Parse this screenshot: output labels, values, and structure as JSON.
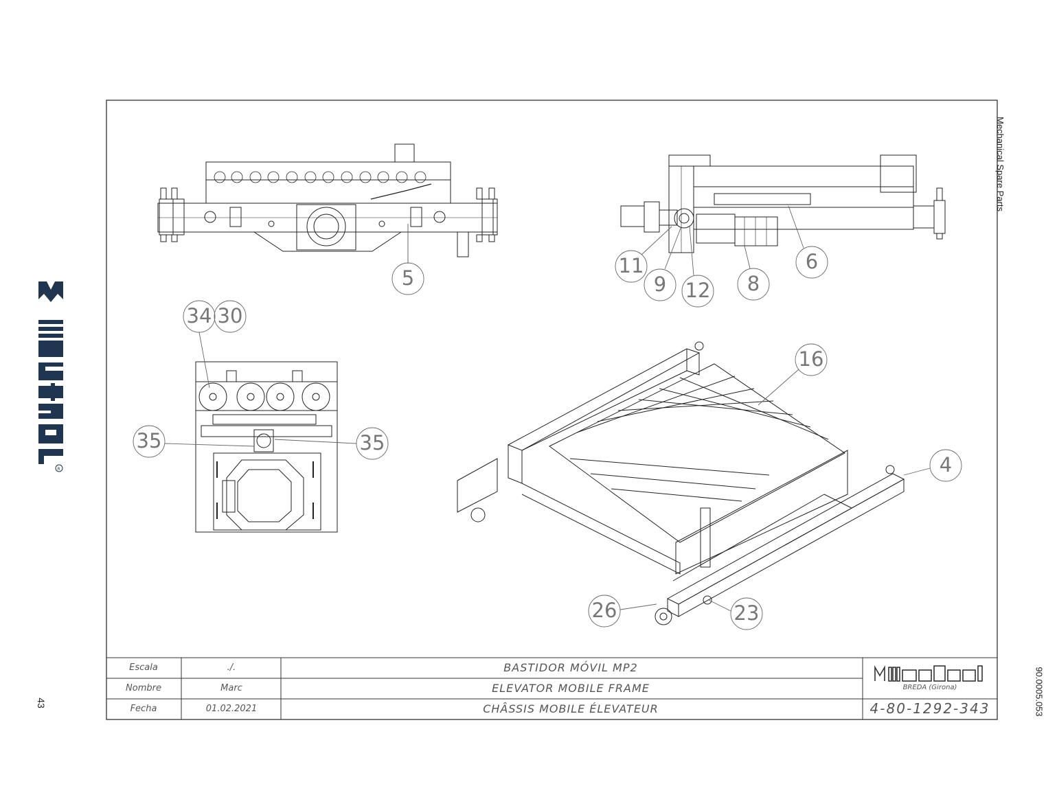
{
  "side_header": "Mechanical Spare Parts",
  "side_document_number": "90.0005.053",
  "page_number": "43",
  "brand": {
    "logo_text": "mecfral",
    "color": "#1f3550"
  },
  "title_block": {
    "rows": [
      {
        "label": "Escala",
        "value": "./.",
        "title": "BASTIDOR MÓVIL MP2"
      },
      {
        "label": "Nombre",
        "value": "Marc",
        "title": "ELEVATOR MOBILE FRAME"
      },
      {
        "label": "Fecha",
        "value": "01.02.2021",
        "title": "CHÂSSIS MOBILE ÉLEVATEUR"
      }
    ],
    "company_logo_text": "mecfral",
    "company_place": "BREDA (Girona)",
    "drawing_number": "4-80-1292-343"
  },
  "balloons": {
    "front_view": [
      "5"
    ],
    "side_view": [
      "11",
      "9",
      "12",
      "8",
      "6"
    ],
    "detail_view": [
      "34",
      "30",
      "35",
      "35"
    ],
    "iso_view": [
      "16",
      "4",
      "26",
      "23"
    ]
  }
}
